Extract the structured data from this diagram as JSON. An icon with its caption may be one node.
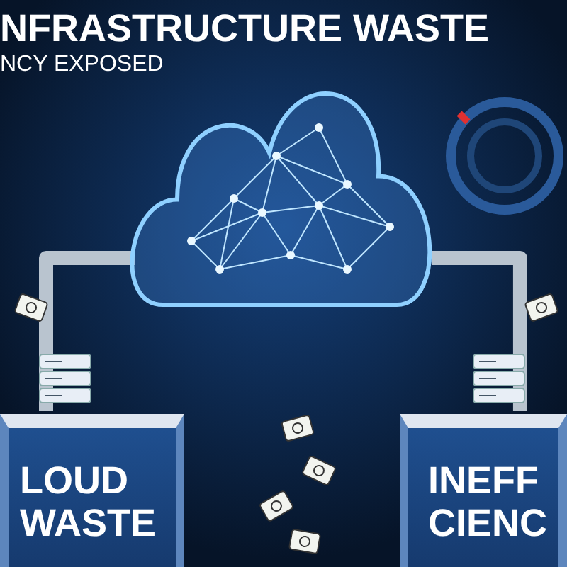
{
  "diagram": {
    "title": "NFRASTRUCTURE WASTE",
    "nodes": [
      {
        "text": [],
        "shape": "picture"
      },
      {
        "text": [
          "LOUD WASTE"
        ]
      },
      {
        "text": [
          "INEFF CIENC"
        ]
      }
    ],
    "edges": [
      {
        "from": 0,
        "to": 1,
        "arrow": "none"
      },
      {
        "from": 0,
        "to": 2,
        "arrow": "none"
      }
    ],
    "labels": [
      "NCY EXPOSED"
    ]
  }
}
